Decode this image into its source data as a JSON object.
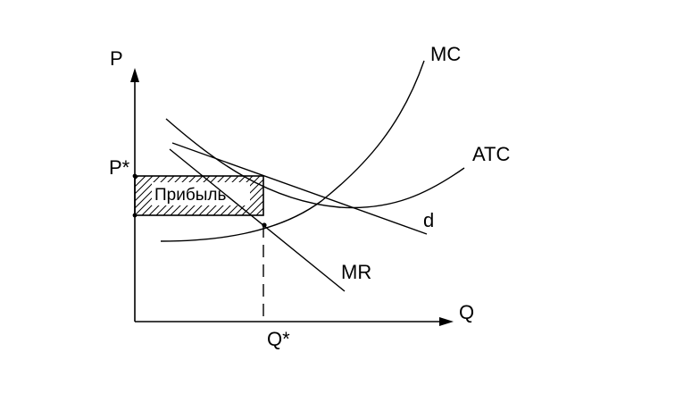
{
  "diagram": {
    "axes": {
      "y_label": "P",
      "x_label": "Q"
    },
    "marks": {
      "price": "P*",
      "quantity": "Q*"
    },
    "curves": {
      "mc": "MC",
      "atc": "ATC",
      "demand": "d",
      "mr": "MR"
    },
    "profit_area_label": "Прибыль",
    "colors": {
      "line": "#000000",
      "background": "#ffffff"
    }
  }
}
